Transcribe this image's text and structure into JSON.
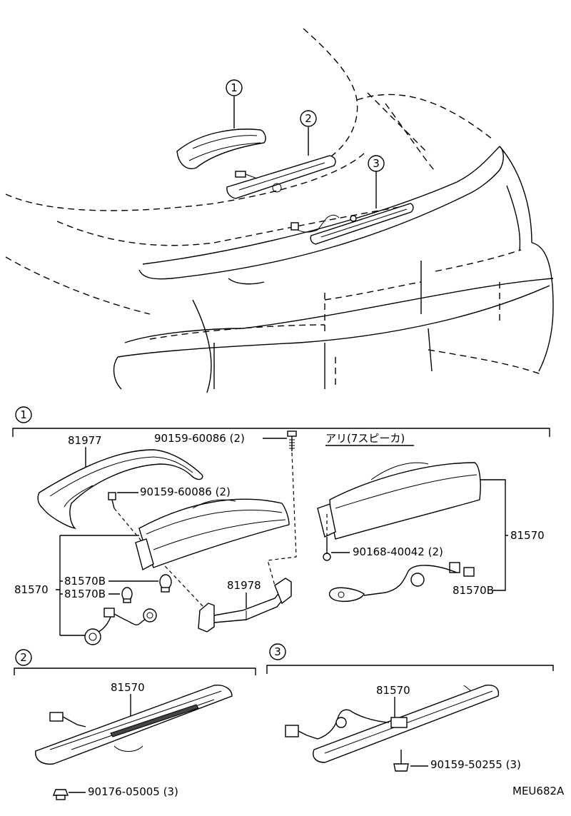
{
  "callouts": {
    "c1": "1",
    "c2": "2",
    "c3": "3"
  },
  "sections": {
    "s1": "1",
    "s2": "2",
    "s3": "3"
  },
  "s1": {
    "p81977": "81977",
    "bolt_top": "90159-60086 (2)",
    "bolt_mid": "90159-60086 (2)",
    "p81570": "81570",
    "p81570b_a": "81570B",
    "p81570b_b": "81570B",
    "p81978": "81978",
    "variant": "アリ(7スピーカ)",
    "p81570_r": "81570",
    "screw_r": "90168-40042 (2)",
    "p81570b_r": "81570B"
  },
  "s2": {
    "p81570": "81570",
    "clip": "90176-05005 (3)"
  },
  "s3": {
    "p81570": "81570",
    "screw": "90159-50255 (3)"
  },
  "code": "MEU682A",
  "icons": [
    "bolt-icon",
    "screw-icon",
    "bulb-icon",
    "connector-icon",
    "clip-icon"
  ]
}
